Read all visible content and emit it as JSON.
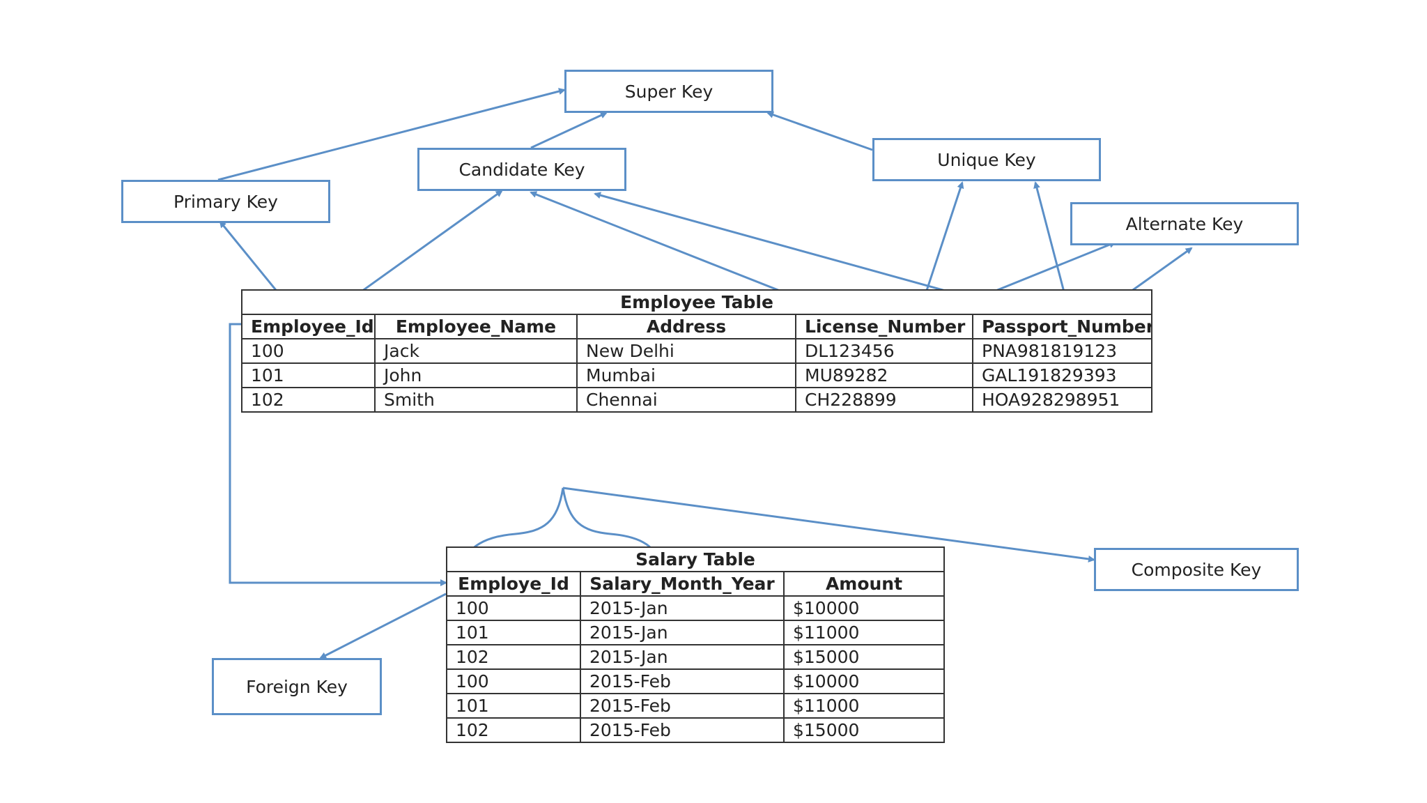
{
  "keys": {
    "super_key": "Super Key",
    "candidate_key": "Candidate Key",
    "unique_key": "Unique Key",
    "primary_key": "Primary Key",
    "alternate_key": "Alternate Key",
    "composite_key": "Composite Key",
    "foreign_key": "Foreign Key"
  },
  "employee_table": {
    "title": "Employee Table",
    "headers": [
      "Employee_Id",
      "Employee_Name",
      "Address",
      "License_Number",
      "Passport_Number"
    ],
    "rows": [
      [
        "100",
        "Jack",
        "New Delhi",
        "DL123456",
        "PNA981819123"
      ],
      [
        "101",
        "John",
        "Mumbai",
        "MU89282",
        "GAL191829393"
      ],
      [
        "102",
        "Smith",
        "Chennai",
        "CH228899",
        "HOA928298951"
      ]
    ]
  },
  "salary_table": {
    "title": "Salary Table",
    "headers": [
      "Employe_Id",
      "Salary_Month_Year",
      "Amount"
    ],
    "rows": [
      [
        "100",
        "2015-Jan",
        "$10000"
      ],
      [
        "101",
        "2015-Jan",
        "$11000"
      ],
      [
        "102",
        "2015-Jan",
        "$15000"
      ],
      [
        "100",
        "2015-Feb",
        "$10000"
      ],
      [
        "101",
        "2015-Feb",
        "$11000"
      ],
      [
        "102",
        "2015-Feb",
        "$15000"
      ]
    ]
  },
  "colors": {
    "line": "#5b8fc7",
    "table_border": "#333333"
  }
}
